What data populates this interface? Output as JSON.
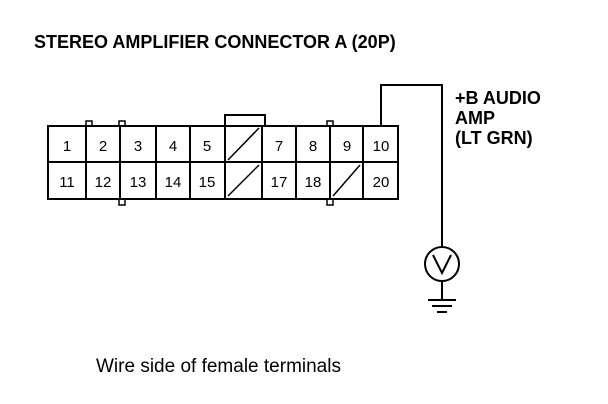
{
  "title": "STEREO AMPLIFIER CONNECTOR A (20P)",
  "connector": {
    "top_row": [
      "1",
      "2",
      "3",
      "4",
      "5",
      "",
      "7",
      "8",
      "9",
      "10"
    ],
    "bottom_row": [
      "11",
      "12",
      "13",
      "14",
      "15",
      "",
      "17",
      "18",
      "",
      "20"
    ]
  },
  "wire_label": {
    "line1": "+B AUDIO",
    "line2": "AMP",
    "line3": "(LT GRN)"
  },
  "meter_icon": "voltmeter-icon",
  "ground_icon": "ground-icon",
  "caption": "Wire side of female terminals"
}
